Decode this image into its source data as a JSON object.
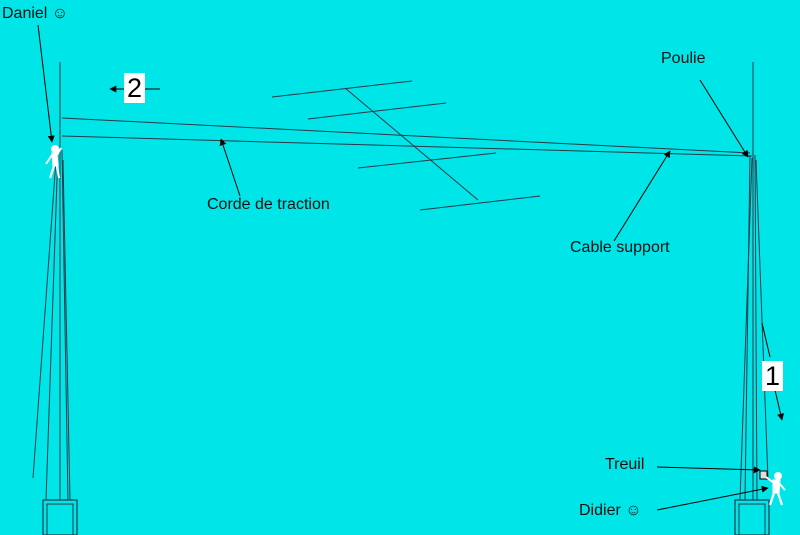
{
  "labels": {
    "daniel": "Daniel ☺",
    "poulie": "Poulie",
    "corde": "Corde de traction",
    "cable": "Cable support",
    "treuil": "Treuil",
    "didier": "Didier ☺"
  },
  "markers": {
    "step1": "1",
    "step2": "2"
  },
  "colors": {
    "background": "#00e5e8",
    "line": "#2a3a4a",
    "figure": "#ffffff"
  },
  "icons": {
    "left_person": "climbing-person-icon",
    "right_person": "person-at-winch-icon",
    "winch": "winch-icon"
  }
}
